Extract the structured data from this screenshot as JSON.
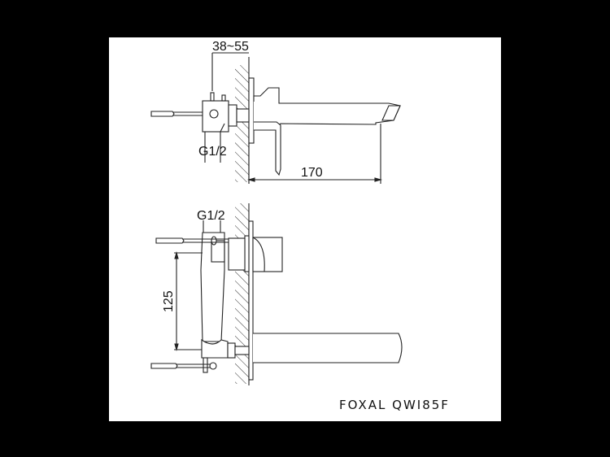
{
  "drawing": {
    "background": "#000000",
    "paper": "#ffffff",
    "line_color": "#222222",
    "top_view": {
      "dim_wall_depth": "38~55",
      "dim_thread": "G1/2",
      "dim_spout_length": "170"
    },
    "front_view": {
      "dim_thread": "G1/2",
      "dim_center_spacing": "125"
    },
    "brand_label": "FOXAL QWI85F"
  }
}
